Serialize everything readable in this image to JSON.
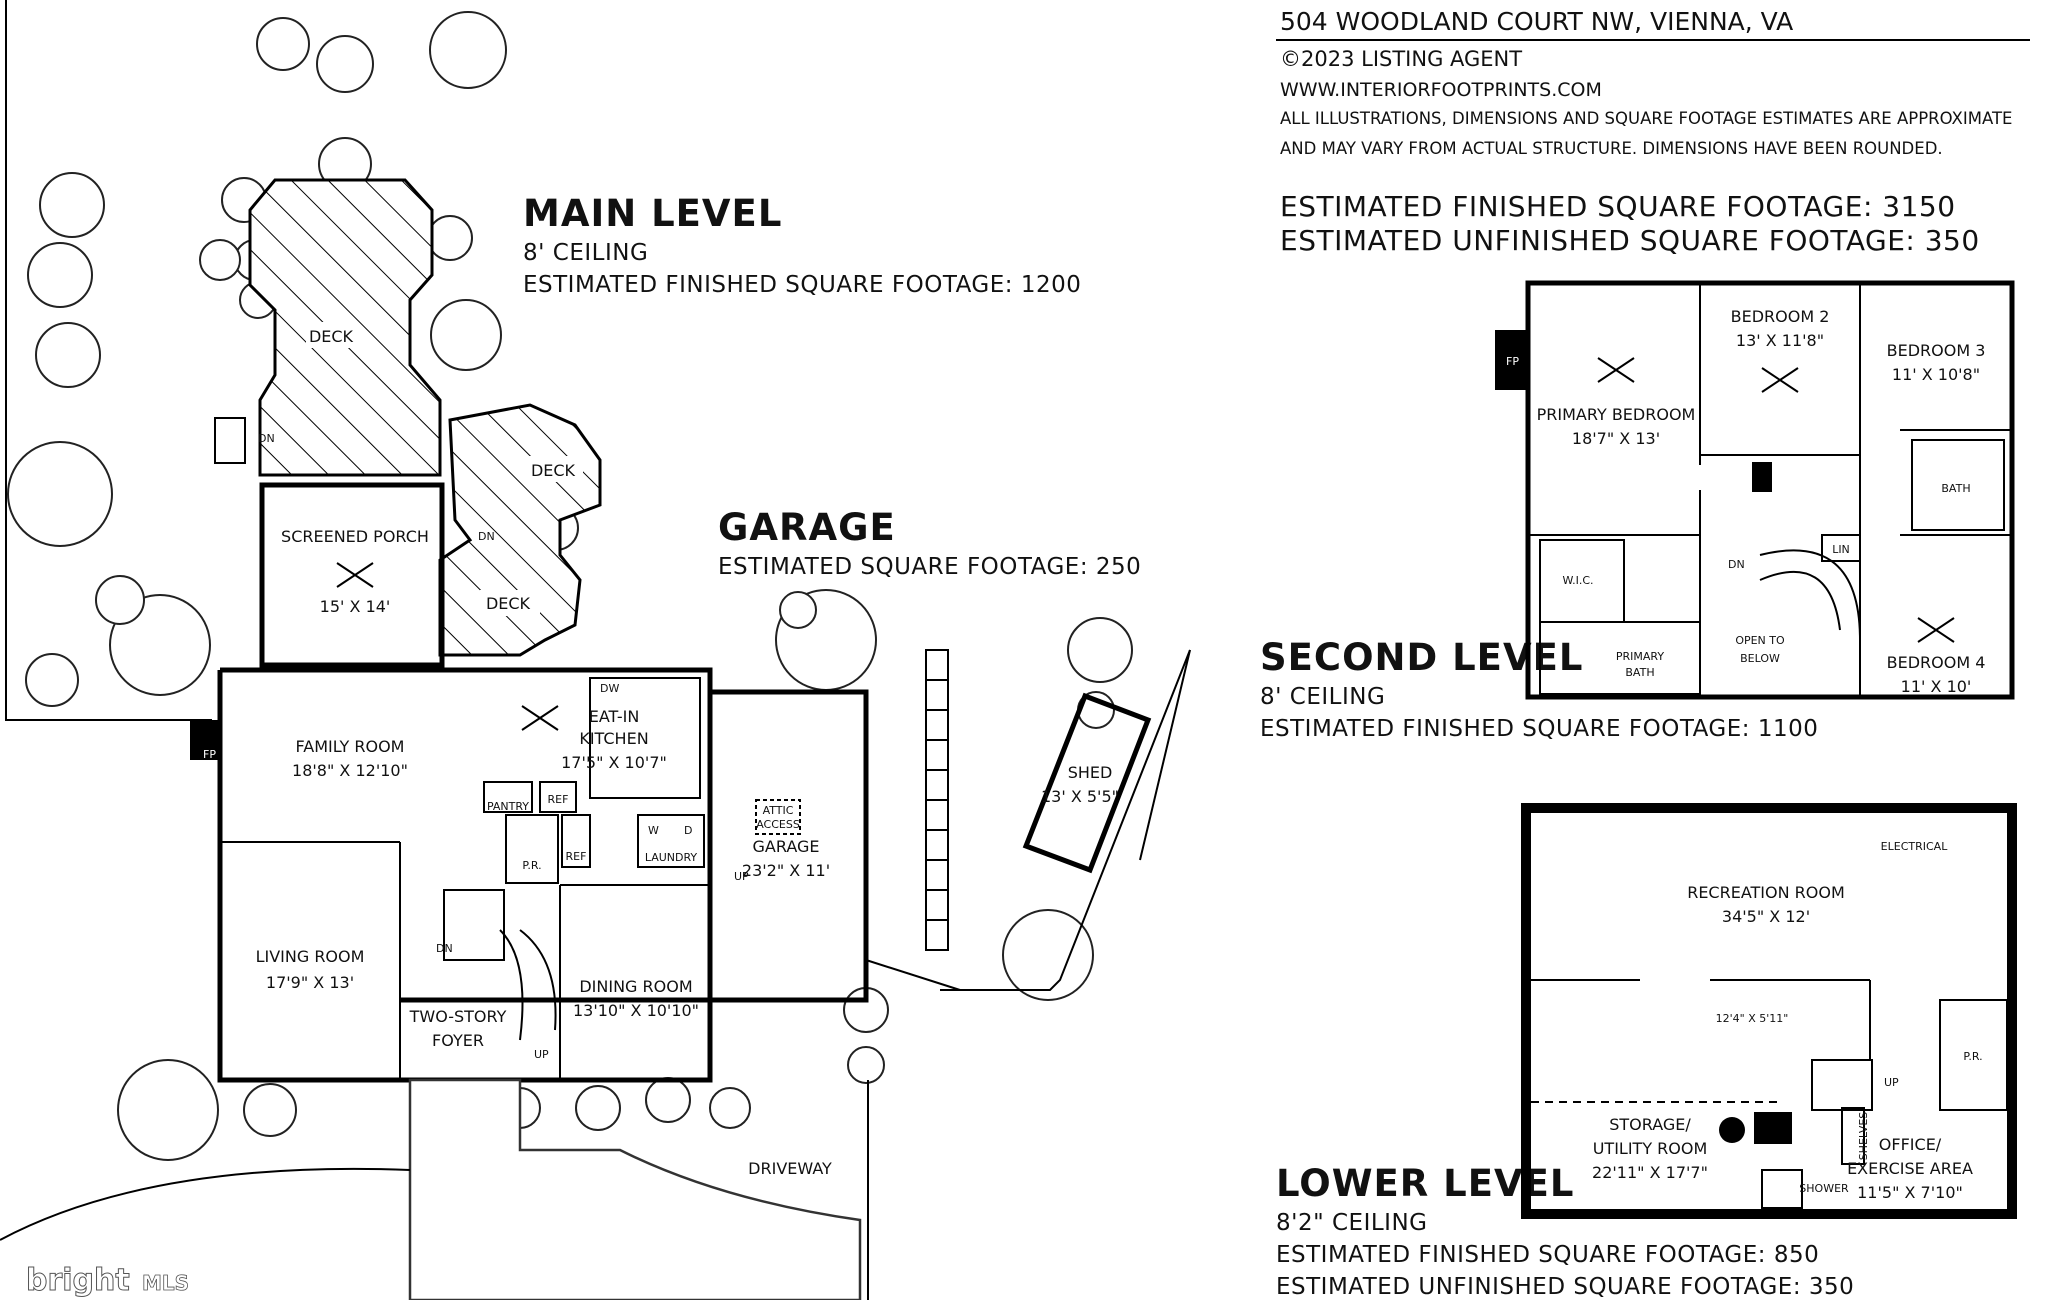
{
  "header": {
    "address": "504 WOODLAND COURT NW, VIENNA, VA",
    "copyright": "©2023 LISTING  AGENT",
    "website": "WWW.INTERIORFOOTPRINTS.COM",
    "disclaimer_1": "ALL ILLUSTRATIONS, DIMENSIONS AND SQUARE FOOTAGE ESTIMATES ARE APPROXIMATE",
    "disclaimer_2": "AND MAY VARY FROM ACTUAL STRUCTURE. DIMENSIONS HAVE BEEN ROUNDED.",
    "total_finished": "ESTIMATED FINISHED SQUARE FOOTAGE: 3150",
    "total_unfinished": "ESTIMATED UNFINISHED SQUARE FOOTAGE: 350"
  },
  "main_level": {
    "title": "MAIN LEVEL",
    "ceiling": "8' CEILING",
    "sqft": "ESTIMATED FINISHED SQUARE FOOTAGE: 1200",
    "rooms": {
      "deck_upper": "DECK",
      "deck_mid": "DECK",
      "deck_low": "DECK",
      "screened_porch": "SCREENED PORCH",
      "screened_porch_dim": "15' X 14'",
      "family_room": "FAMILY ROOM",
      "family_room_dim": "18'8\" X 12'10\"",
      "kitchen_1": "EAT-IN",
      "kitchen_2": "KITCHEN",
      "kitchen_dim": "17'5\" X 10'7\"",
      "living_room": "LIVING ROOM",
      "living_room_dim": "17'9\" X 13'",
      "dining_room": "DINING ROOM",
      "dining_room_dim": "13'10\" X 10'10\"",
      "foyer_1": "TWO-STORY",
      "foyer_2": "FOYER",
      "laundry": "LAUNDRY",
      "pantry": "PANTRY",
      "ref": "REF",
      "ref2": "REF",
      "pr": "P.R.",
      "fp": "FP",
      "dw": "DW",
      "w": "W",
      "d": "D",
      "dn1": "DN",
      "dn2": "DN",
      "dn3": "DN",
      "up1": "UP",
      "up2": "UP",
      "up3": "UP",
      "driveway": "DRIVEWAY"
    }
  },
  "garage": {
    "title": "GARAGE",
    "sqft": "ESTIMATED  SQUARE FOOTAGE: 250",
    "label": "GARAGE",
    "dim": "23'2\" X 11'",
    "attic_1": "ATTIC",
    "attic_2": "ACCESS",
    "shed": "SHED",
    "shed_dim": "13' X 5'5\""
  },
  "second_level": {
    "title": "SECOND LEVEL",
    "ceiling": "8' CEILING",
    "sqft": "ESTIMATED FINISHED SQUARE FOOTAGE: 1100",
    "rooms": {
      "primary_bedroom": "PRIMARY BEDROOM",
      "primary_bedroom_dim": "18'7\" X 13'",
      "bedroom2": "BEDROOM 2",
      "bedroom2_dim": "13' X 11'8\"",
      "bedroom3": "BEDROOM 3",
      "bedroom3_dim": "11' X 10'8\"",
      "bedroom4": "BEDROOM 4",
      "bedroom4_dim": "11' X 10'",
      "bath": "BATH",
      "wic": "W.I.C.",
      "primary_bath_1": "PRIMARY",
      "primary_bath_2": "BATH",
      "open_1": "OPEN TO",
      "open_2": "BELOW",
      "lin": "LIN",
      "fp": "FP",
      "dn": "DN"
    }
  },
  "lower_level": {
    "title": "LOWER LEVEL",
    "ceiling": "8'2\" CEILING",
    "sqft_finished": "ESTIMATED FINISHED SQUARE FOOTAGE: 850",
    "sqft_unfinished": "ESTIMATED UNFINISHED SQUARE FOOTAGE: 350",
    "rooms": {
      "recreation": "RECREATION ROOM",
      "recreation_dim": "34'5\" X 12'",
      "alcove_dim": "12'4\" X 5'11\"",
      "storage_1": "STORAGE/",
      "storage_2": "UTILITY ROOM",
      "storage_dim": "22'11\" X 17'7\"",
      "office_1": "OFFICE/",
      "office_2": "EXERCISE AREA",
      "office_dim": "11'5\" X 7'10\"",
      "pr": "P.R.",
      "electrical": "ELECTRICAL",
      "shelves": "SHELVES",
      "shower": "SHOWER",
      "up": "UP"
    }
  },
  "watermark": {
    "brand": "bright",
    "mls": "MLS"
  }
}
